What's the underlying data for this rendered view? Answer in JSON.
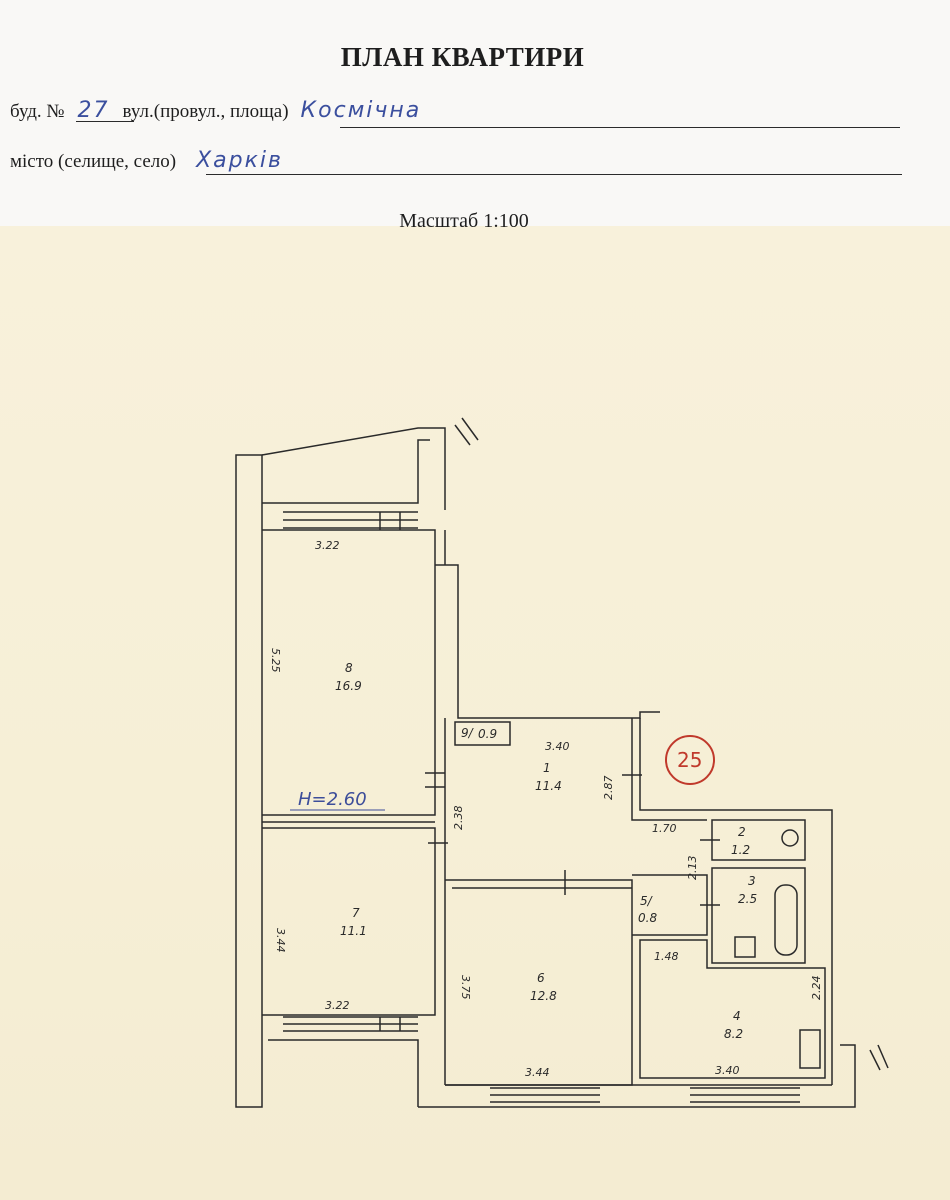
{
  "header": {
    "title": "ПЛАН КВАРТИРИ",
    "building_label": "буд. №",
    "building_number": "27",
    "street_label": "вул.(провул., площа)",
    "street_name": "Космічна",
    "city_label": "місто (селище, село)",
    "city_name": "Харків",
    "scale_label": "Масштаб 1:100"
  },
  "plan": {
    "height_note": "H=2.60",
    "apartment_number": "25",
    "rooms": [
      {
        "number": "8",
        "area": "16.9"
      },
      {
        "number": "9/",
        "area": "0.9"
      },
      {
        "number": "1",
        "area": "11.4"
      },
      {
        "number": "7",
        "area": "11.1"
      },
      {
        "number": "6",
        "area": "12.8"
      },
      {
        "number": "5/",
        "area": "0.8"
      },
      {
        "number": "2",
        "area": "1.2"
      },
      {
        "number": "3",
        "area": "2.5"
      },
      {
        "number": "4",
        "area": "8.2"
      }
    ],
    "dimensions": {
      "room8_width": "3.22",
      "room8_length": "5.25",
      "hall_width": "3.40",
      "hall_length": "2.87",
      "hall_inner": "2.38",
      "room7_width": "3.22",
      "room7_length": "3.44",
      "room6_width": "3.44",
      "room6_length": "3.75",
      "corridor_width": "1.70",
      "corridor_length": "2.13",
      "kitchen_top": "1.48",
      "kitchen_width": "3.40",
      "kitchen_length": "2.24"
    }
  },
  "colors": {
    "paper": "#f7f0da",
    "header_paper": "#f9f8f6",
    "ink_blue": "#3b4f9e",
    "apt_circle_red": "#c0392b",
    "line": "#2a2a2a"
  }
}
